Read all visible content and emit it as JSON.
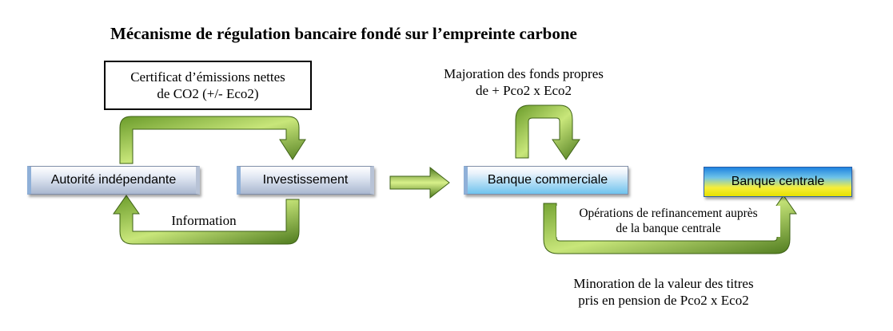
{
  "title": "Mécanisme de régulation bancaire fondé sur l’empreinte carbone",
  "certificate": {
    "line1": "Certificat d’émissions nettes",
    "line2": "de CO2 (+/- Eco2)"
  },
  "nodes": {
    "authority": "Autorité indépendante",
    "investment": "Investissement",
    "commercial_bank": "Banque commerciale",
    "central_bank": "Banque centrale"
  },
  "labels": {
    "information": "Information",
    "capital_line1": "Majoration des fonds propres",
    "capital_line2": "de + Pco2 x Eco2",
    "refinancing_line1": "Opérations de refinancement auprès",
    "refinancing_line2": "de la banque centrale",
    "collateral_line1": "Minoration de la valeur des titres",
    "collateral_line2": "pris en pension de Pco2 x Eco2"
  },
  "colors": {
    "arrow_green_light": "#d8f08a",
    "arrow_green_mid": "#8cc63f",
    "arrow_green_dark": "#4e7a1e"
  }
}
